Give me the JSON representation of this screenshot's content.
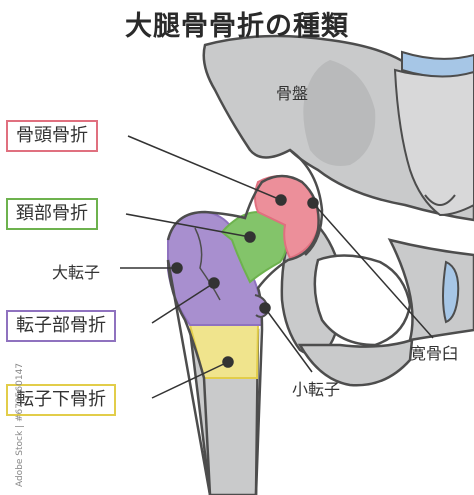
{
  "title": "大腿骨骨折の種類",
  "labels": {
    "pelvis": "骨盤",
    "femoral_head_fracture": "骨頭骨折",
    "femoral_neck_fracture": "頚部骨折",
    "greater_trochanter": "大転子",
    "trochanteric_fracture": "転子部骨折",
    "subtrochanteric_fracture": "転子下骨折",
    "lesser_trochanter": "小転子",
    "acetabulum": "寛骨臼"
  },
  "side_credit": "Adobe Stock | #673560147",
  "colors": {
    "head": "#ec8f9a",
    "neck": "#83c46a",
    "trochanter": "#a88fcf",
    "subtrochanter": "#f0e48d",
    "bone": "#c9cacb",
    "bone_outline": "#4d4d4d",
    "head_border": "#e0707f",
    "neck_border": "#6db24e",
    "trochanter_border": "#8f72bf",
    "subtrochanter_border": "#e2cd4a"
  }
}
